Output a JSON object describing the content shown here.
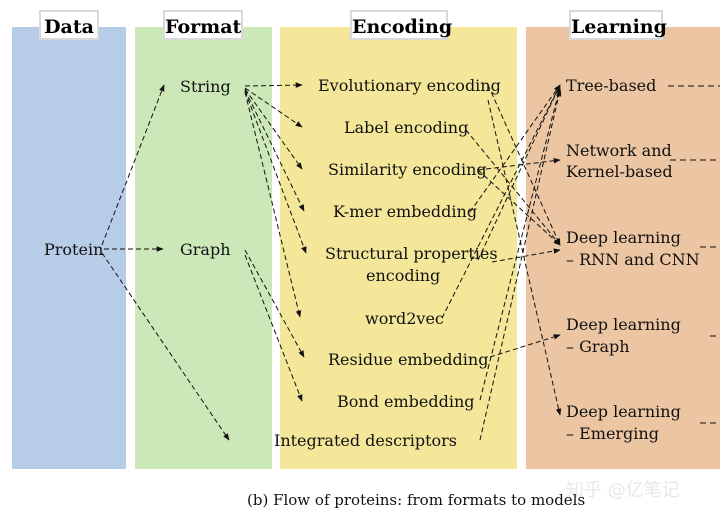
{
  "columns": {
    "data": "Data",
    "format": "Format",
    "encoding": "Encoding",
    "learning": "Learning"
  },
  "data_items": [
    "Protein"
  ],
  "format_items": [
    "String",
    "Graph"
  ],
  "encoding_items": [
    "Evolutionary encoding",
    "Label encoding",
    "Similarity encoding",
    "K-mer embedding",
    "Structural properties",
    "encoding",
    "word2vec",
    "Residue embedding",
    "Bond embedding",
    "Integrated descriptors"
  ],
  "learning_items": [
    "Tree-based",
    "Network and",
    "Kernel-based",
    "Deep learning",
    "– RNN and CNN",
    "Deep learning",
    "– Graph",
    "Deep learning",
    "– Emerging"
  ],
  "caption": "(b) Flow of proteins: from formats to models",
  "watermark": "知乎 @亿笔记"
}
